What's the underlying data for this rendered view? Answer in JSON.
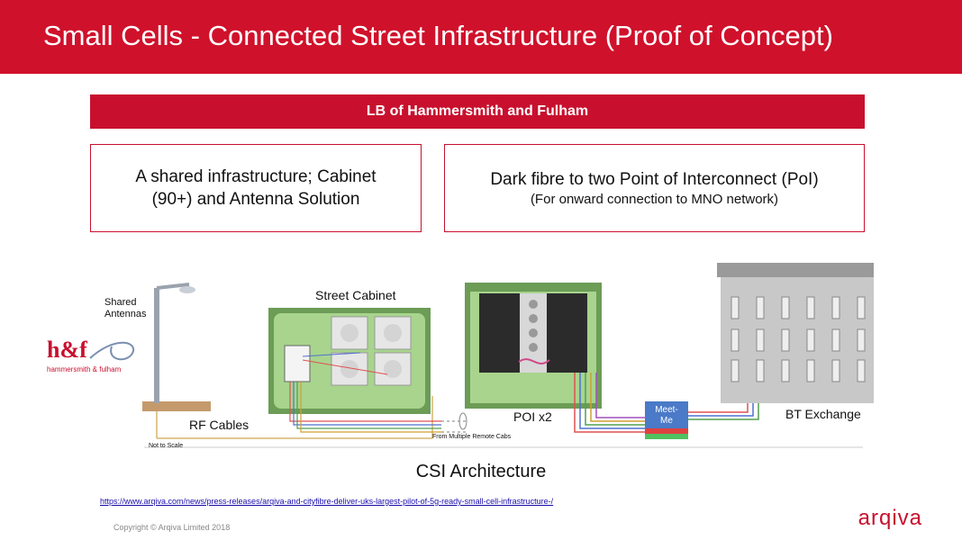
{
  "slide": {
    "title": "Small Cells - Connected Street Infrastructure (Proof of Concept)",
    "section_header": "LB of Hammersmith and Fulham",
    "box_left": {
      "line1": "A shared infrastructure; Cabinet",
      "line2": "(90+) and Antenna Solution"
    },
    "box_right": {
      "line1": "Dark fibre to two Point of Interconnect (PoI)",
      "line2": "(For onward connection to MNO network)"
    }
  },
  "diagram": {
    "shared_antennas_1": "Shared",
    "shared_antennas_2": "Antennas",
    "hf_logo_text": "h&f",
    "hf_logo_sub": "hammersmith & fulham",
    "street_cabinet": "Street Cabinet",
    "rf_cables": "RF Cables",
    "not_to_scale": "Not to Scale",
    "remote_cabs": "From Multiple Remote Cabs",
    "poi": "POI x2",
    "meet_me_1": "Meet-",
    "meet_me_2": "Me",
    "bt_exchange": "BT Exchange",
    "caption": "CSI Architecture"
  },
  "footer": {
    "link": "https://www.arqiva.com/news/press-releases/arqiva-and-cityfibre-deliver-uks-largest-pilot-of-5g-ready-small-cell-infrastructure-/",
    "copyright": "Copyright © Arqiva Limited 2018",
    "brand": "arqiva"
  },
  "colors": {
    "brand_red": "#c8102e",
    "title_red": "#d0112b",
    "cabinet_green": "#9ccf86"
  }
}
